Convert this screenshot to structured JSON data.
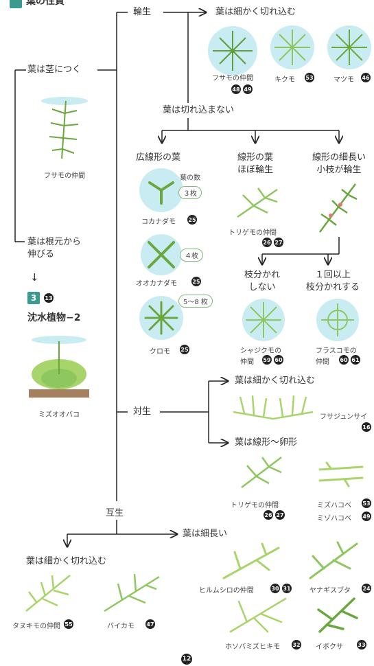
{
  "header": {
    "title": "葉の性質"
  },
  "nodes": {
    "leaf_on_stem": "葉は茎につく",
    "whorled": "輪生",
    "finely_cut": "葉は細かく切れ込む",
    "not_cut": "葉は切れ込まない",
    "broad_linear": "広線形の葉",
    "linear_whorled_1": "線形の葉",
    "linear_whorled_2": "ほぼ輪生",
    "linear_thin_1": "線形の細長い",
    "linear_thin_2": "小枝が輪生",
    "no_branch_1": "枝分かれ",
    "no_branch_2": "しない",
    "branch_1": "１回以上",
    "branch_2": "枝分かれする",
    "from_root_1": "葉は根元から",
    "from_root_2": "伸びる",
    "arrow_down": "↓",
    "submerged": "沈水植物−2",
    "opposite": "対生",
    "opp_finely_cut": "葉は細かく切れ込む",
    "opp_linear_oval": "葉は線形〜卵形",
    "alternate": "互生",
    "alt_thin_long": "葉は細長い",
    "alt_finely_cut": "葉は細かく切れ込む",
    "leaf_count_label": "葉の数"
  },
  "pills": {
    "three": "３枚",
    "four": "４枚",
    "five_eight": "5〜8 枚"
  },
  "section_box": {
    "number": "3",
    "badge": "13"
  },
  "captions": {
    "fusamo_top": {
      "name": "フサモの仲間",
      "badges": [
        "48",
        "49"
      ]
    },
    "kikumo": {
      "name": "キクモ",
      "badges": [
        "53"
      ]
    },
    "matsumo": {
      "name": "マツモ",
      "badges": [
        "46"
      ]
    },
    "fusamo_left": {
      "name": "フサモの仲間"
    },
    "kokanadamo": {
      "name": "コカナダモ",
      "badges": [
        "25"
      ]
    },
    "torigemo_1": {
      "name": "トリゲモの仲間",
      "badges": [
        "26",
        "27"
      ]
    },
    "ookanadamo": {
      "name": "オオカナダモ",
      "badges": [
        "25"
      ]
    },
    "kuromo": {
      "name": "クロモ",
      "badges": [
        "25"
      ]
    },
    "shajikumo_1": {
      "name": "シャジクモの"
    },
    "shajikumo_2": {
      "name": "仲間",
      "badges": [
        "59",
        "60"
      ]
    },
    "furasukomo_1": {
      "name": "フラスコモの"
    },
    "furasukomo_2": {
      "name": "仲間",
      "badges": [
        "60",
        "61"
      ]
    },
    "mizuobako": {
      "name": "ミズオオバコ"
    },
    "fusajunsai": {
      "name": "フサジュンサイ",
      "badges": [
        "16"
      ]
    },
    "torigemo_2": {
      "name": "トリゲモの仲間",
      "badges": [
        "26",
        "27"
      ]
    },
    "mizuhakobe": {
      "name": "ミズハコベ",
      "badges": [
        "53"
      ]
    },
    "mizohakobe": {
      "name": "ミゾハコベ",
      "badges": [
        "49"
      ]
    },
    "hirumushiro": {
      "name": "ヒルムシロの仲間",
      "badges": [
        "30",
        "31"
      ]
    },
    "yanagisubuta": {
      "name": "ヤナギスブタ",
      "badges": [
        "24"
      ]
    },
    "tanukimo": {
      "name": "タヌキモの仲間",
      "badges": [
        "55"
      ]
    },
    "baikamo": {
      "name": "バイカモ",
      "badges": [
        "47"
      ]
    },
    "hosobamizuhikimo": {
      "name": "ホソバミズヒキモ",
      "badges": [
        "32"
      ]
    },
    "ibokusa": {
      "name": "イボクサ",
      "badges": [
        "33"
      ]
    }
  },
  "page_number": "12",
  "colors": {
    "line": "#222222",
    "water": "#c8ecf2",
    "leaf": "#8ec760",
    "teal": "#3a9a8e",
    "pill_border": "#7fb87a"
  }
}
